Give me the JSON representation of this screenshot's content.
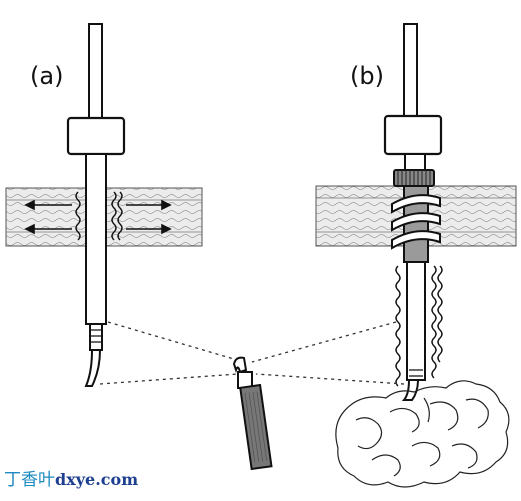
{
  "labels": {
    "panel_a": "(a)",
    "panel_b": "(b)"
  },
  "watermark": {
    "chinese": "丁香叶",
    "latin": "dxye.com"
  },
  "colors": {
    "ink": "#111111",
    "tissue_fill": "#e9e9e9",
    "tissue_stroke": "#444444",
    "coil_dark": "#8a8a8a",
    "cable_fill": "#777777",
    "watermark_cn": "#1f8ac0",
    "watermark_en": "#1d3f8f"
  }
}
